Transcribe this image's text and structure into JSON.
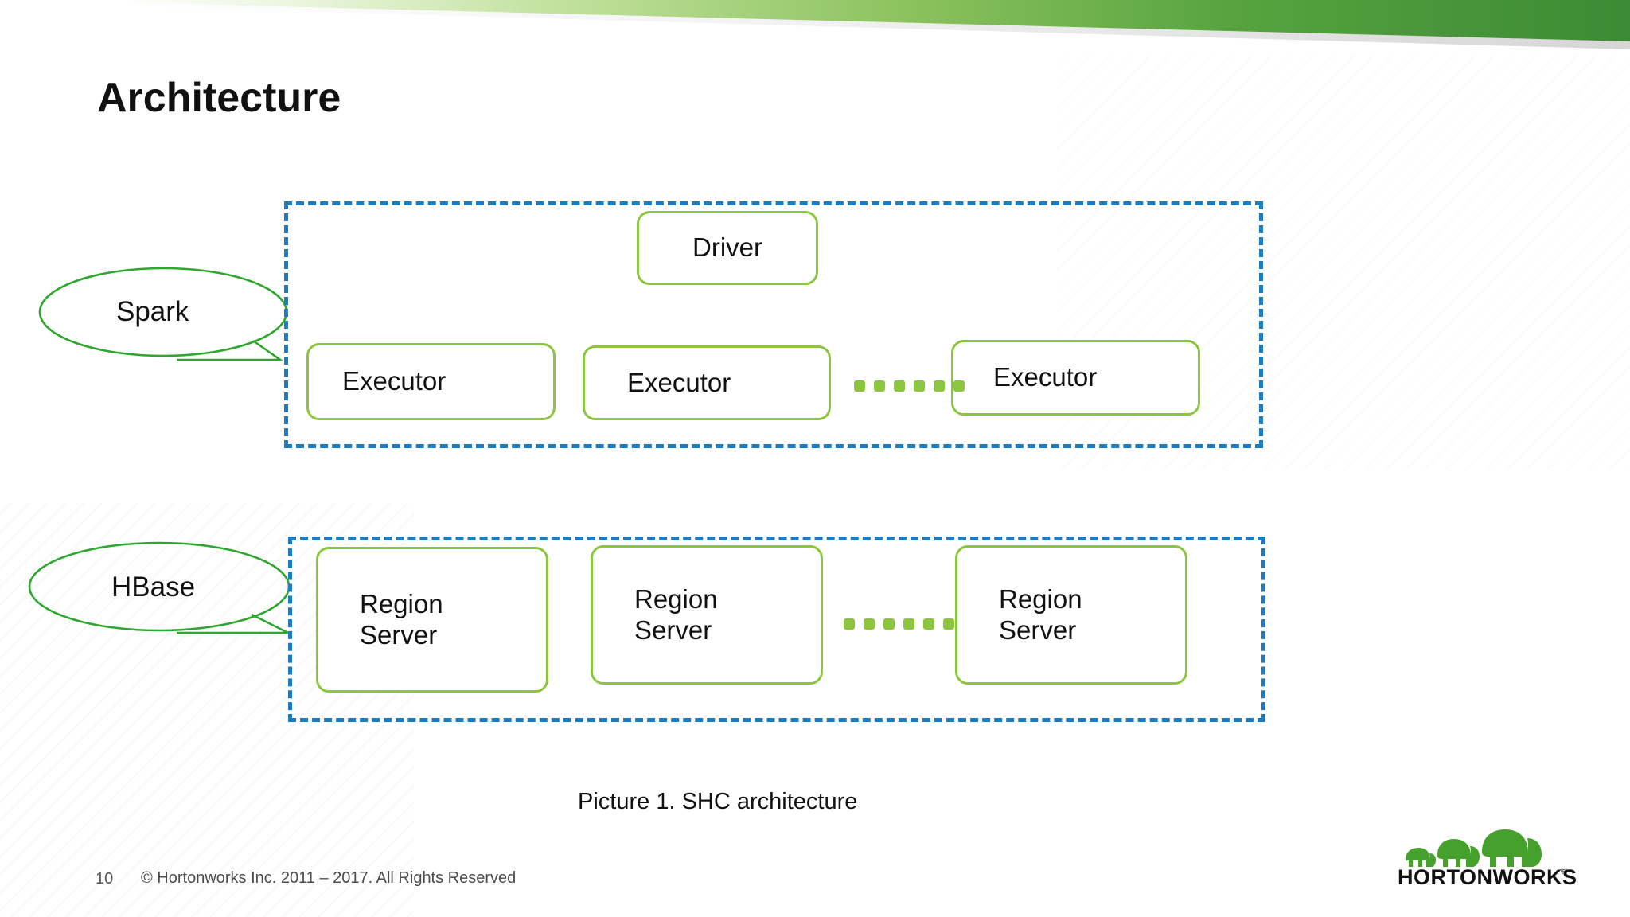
{
  "slide": {
    "title": "Architecture",
    "caption": "Picture 1. SHC architecture",
    "accent_green": "#8cc63e",
    "banner_green_dark": "#3f8c33",
    "banner_green_light": "#c9e6a4",
    "dashed_blue": "#1b7cc2",
    "callout_green": "#2fa62f"
  },
  "diagram": {
    "spark_group": {
      "label": "Spark",
      "driver": "Driver",
      "executors": [
        "Executor",
        "Executor",
        "Executor"
      ],
      "ellipsis_dots": 6
    },
    "hbase_group": {
      "label": "HBase",
      "region_servers": [
        "Region\nServer",
        "Region\nServer",
        "Region\nServer"
      ],
      "ellipsis_dots": 6
    }
  },
  "footer": {
    "page_number": "10",
    "copyright": "© Hortonworks Inc. 2011 – 2017. All Rights Reserved",
    "logo_text": "HORTONWORKS",
    "logo_mark": "®"
  }
}
